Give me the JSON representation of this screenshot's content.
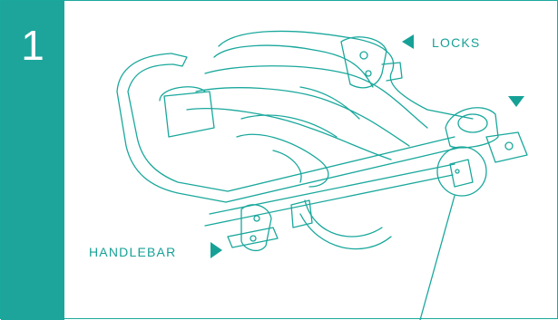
{
  "step": {
    "number": "1"
  },
  "labels": {
    "locks": "LOCKS",
    "handlebar": "HANDLEBAR"
  },
  "colors": {
    "accent": "#1ea59b",
    "line": "#1aa89c",
    "background": "#ffffff"
  },
  "icons": {
    "locks_pointer": "triangle-left",
    "lock_pointer": "triangle-down",
    "handlebar_pointer": "triangle-right"
  }
}
